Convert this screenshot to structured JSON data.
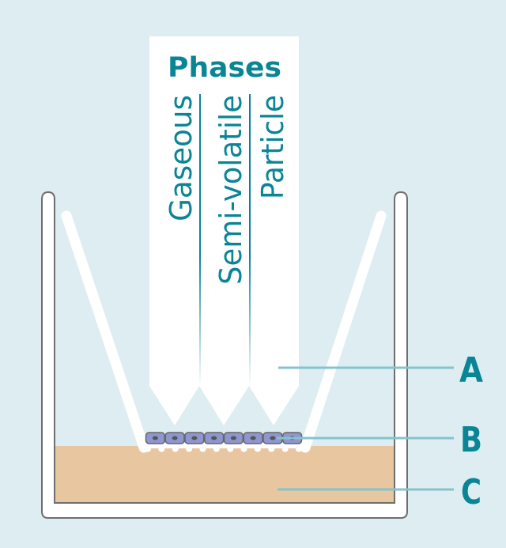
{
  "diagram": {
    "title": "Phases",
    "phases": [
      {
        "label": "Gaseous"
      },
      {
        "label": "Semi-volatile"
      },
      {
        "label": "Particle"
      }
    ],
    "labels": [
      {
        "letter": "A",
        "target": "air-compartment"
      },
      {
        "letter": "B",
        "target": "cell-layer"
      },
      {
        "letter": "C",
        "target": "culture-medium"
      }
    ],
    "cell_count": 8,
    "pore_count": 12,
    "colors": {
      "background": "#deedf1",
      "accent": "#0a8596",
      "leader_line": "#86c3cc",
      "medium": "#e7c6a0",
      "cell_fill": "#8f95cf",
      "cell_outline": "#666666",
      "well_outline": "#6e6e6e",
      "white": "#ffffff"
    }
  }
}
